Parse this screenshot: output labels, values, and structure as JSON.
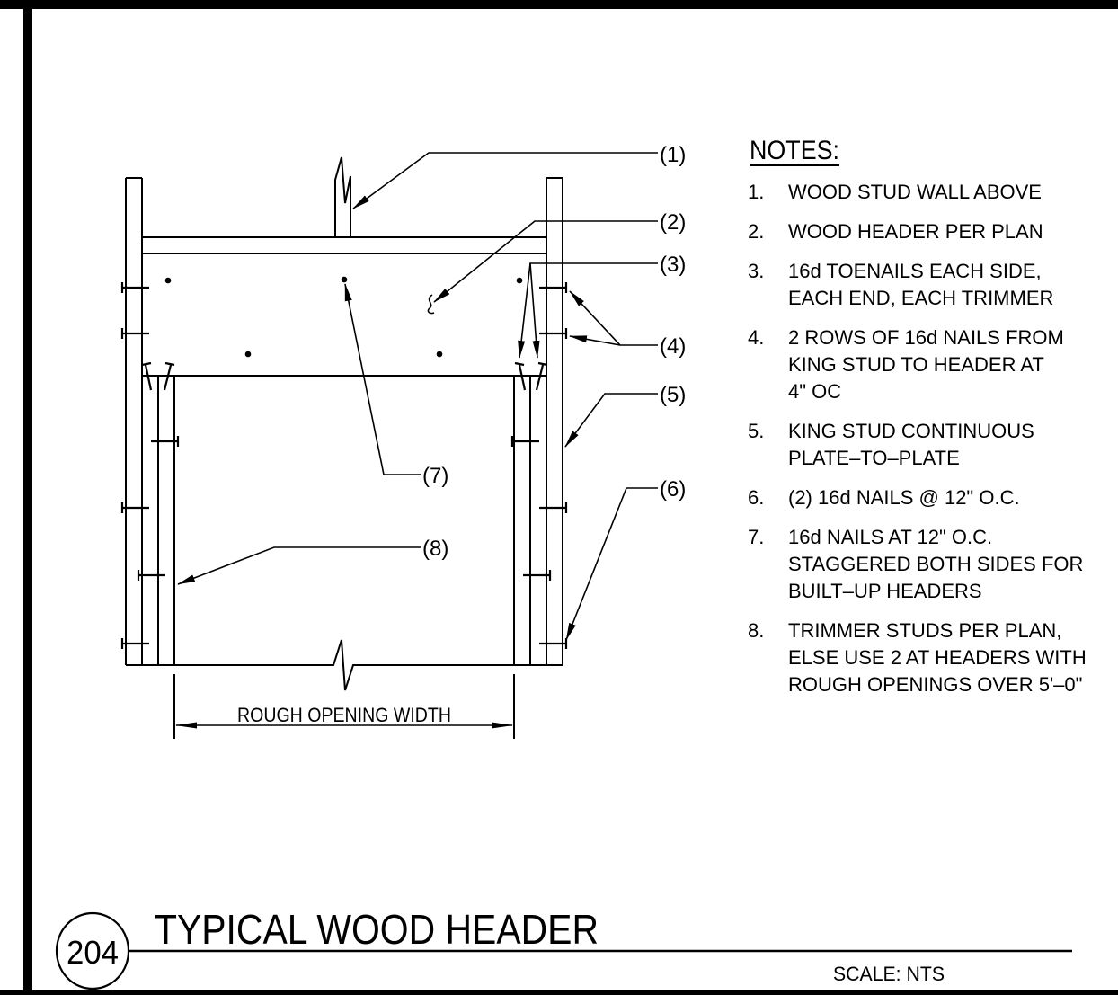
{
  "detail": {
    "number": "204",
    "title": "TYPICAL WOOD HEADER",
    "scale": "SCALE: NTS"
  },
  "dimension": {
    "label": "ROUGH OPENING WIDTH"
  },
  "callouts": [
    "(1)",
    "(2)",
    "(3)",
    "(4)",
    "(5)",
    "(6)",
    "(7)",
    "(8)"
  ],
  "notes": {
    "heading": "NOTES:",
    "items": [
      {
        "num": "1.",
        "lines": [
          "WOOD STUD WALL ABOVE"
        ]
      },
      {
        "num": "2.",
        "lines": [
          "WOOD HEADER PER PLAN"
        ]
      },
      {
        "num": "3.",
        "lines": [
          "16d TOENAILS EACH SIDE,",
          "EACH END, EACH TRIMMER"
        ]
      },
      {
        "num": "4.",
        "lines": [
          "2 ROWS OF 16d NAILS FROM",
          "KING STUD TO HEADER AT",
          "4\" OC"
        ]
      },
      {
        "num": "5.",
        "lines": [
          "KING STUD CONTINUOUS",
          "PLATE–TO–PLATE"
        ]
      },
      {
        "num": "6.",
        "lines": [
          "(2) 16d NAILS @ 12\" O.C."
        ]
      },
      {
        "num": "7.",
        "lines": [
          "16d NAILS AT 12\" O.C.",
          "STAGGERED BOTH SIDES FOR",
          "BUILT–UP HEADERS"
        ]
      },
      {
        "num": "8.",
        "lines": [
          "TRIMMER STUDS PER PLAN,",
          "ELSE USE 2 AT HEADERS WITH",
          "ROUGH OPENINGS OVER 5'–0\""
        ]
      }
    ]
  }
}
